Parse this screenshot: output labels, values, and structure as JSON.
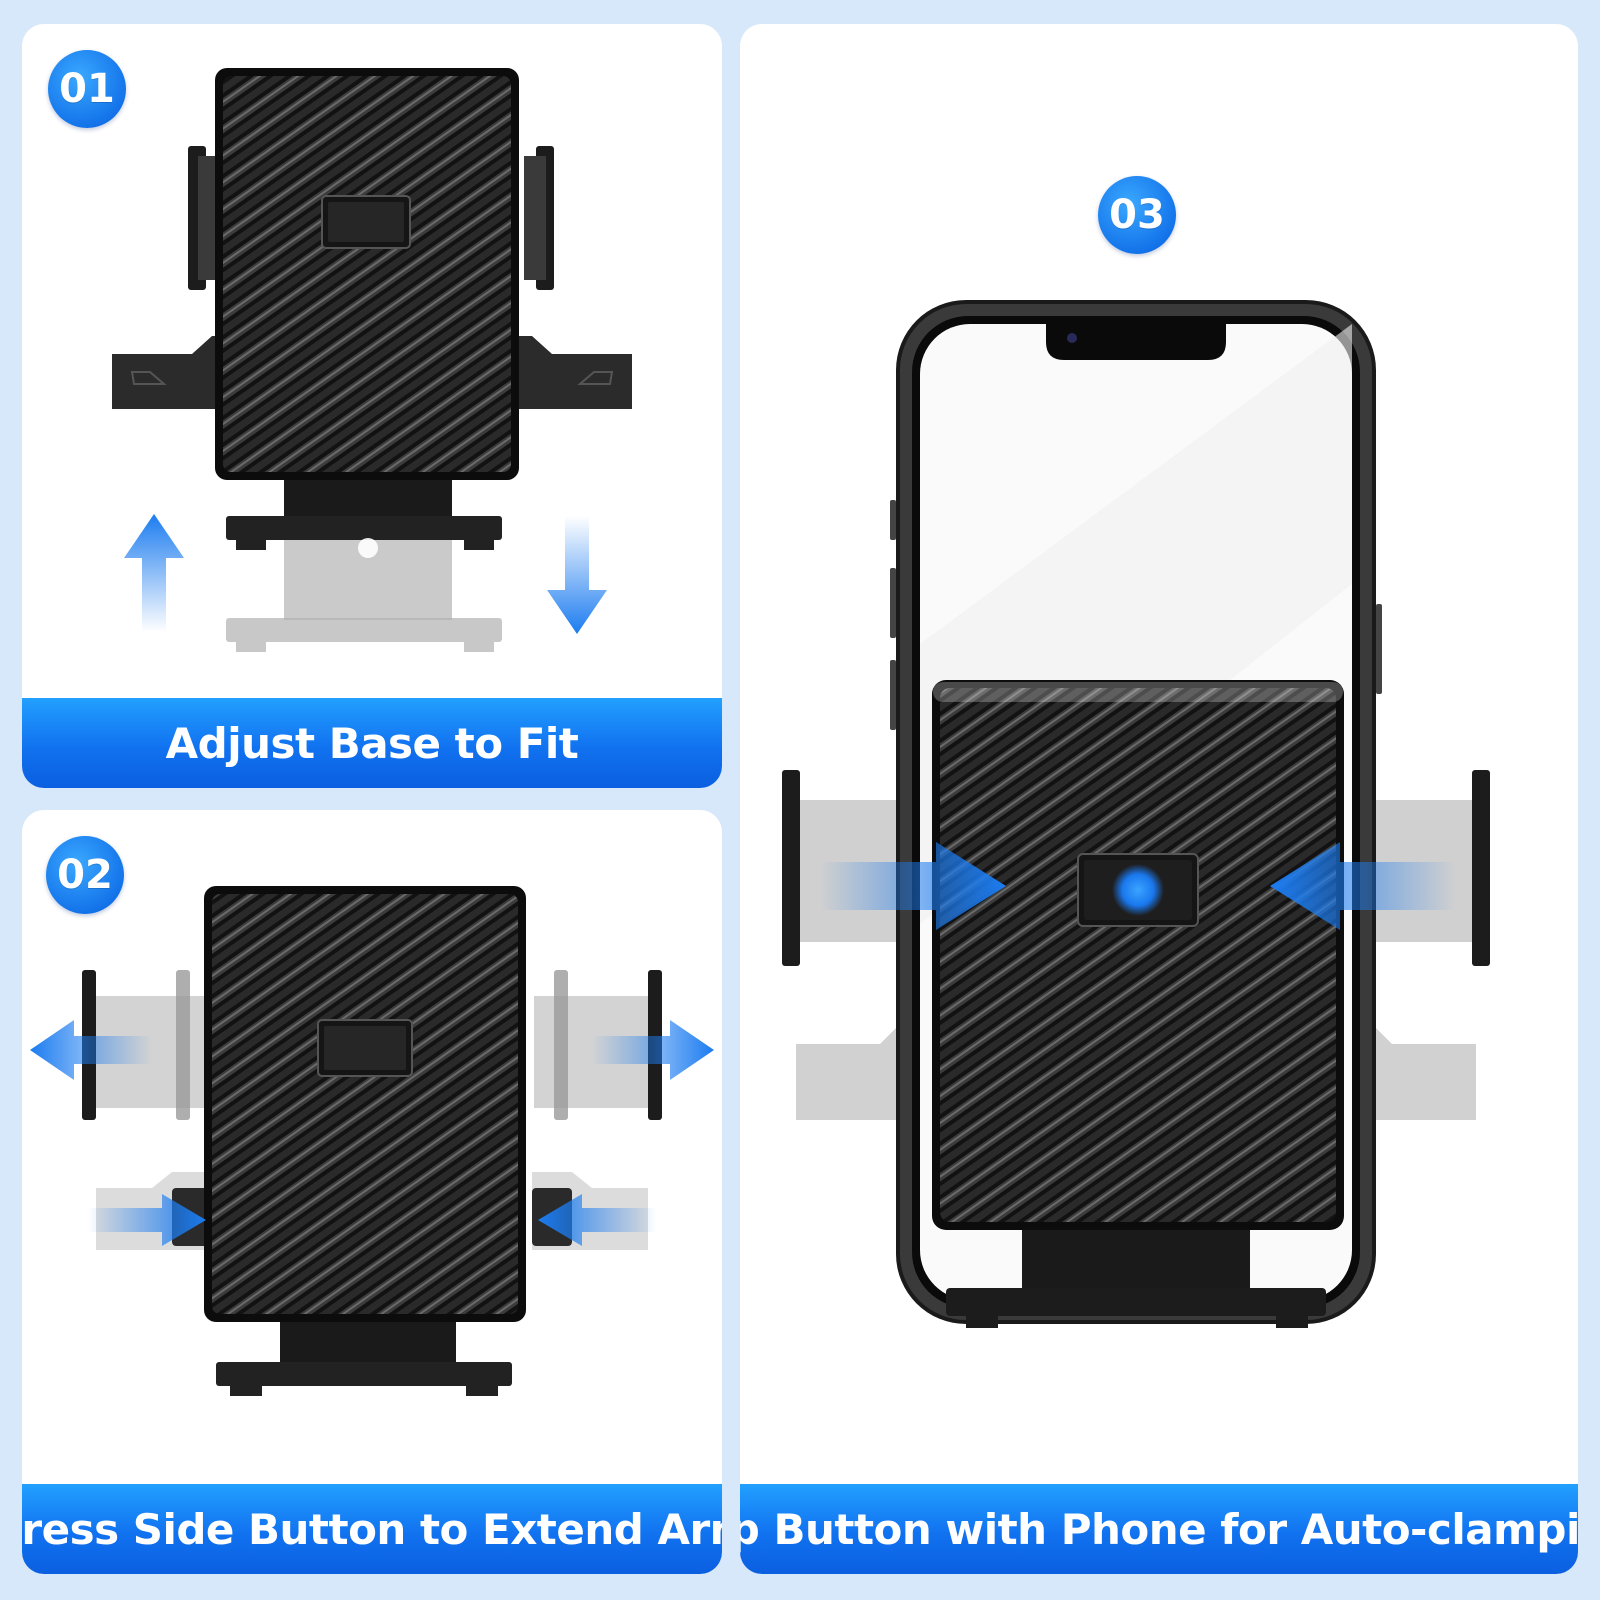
{
  "steps": [
    {
      "number": "01",
      "caption": "Adjust Base to Fit"
    },
    {
      "number": "02",
      "caption": "Press Side Button to Extend Arm"
    },
    {
      "number": "03",
      "caption": "Tap Button with Phone for Auto-clamping"
    }
  ],
  "colors": {
    "accent": "#1474ea",
    "banner_top": "#22a0ff",
    "banner_bottom": "#0a5fe0",
    "background": "#d7e8fb",
    "carbon": "#141414"
  },
  "icons": [
    "up-arrow-icon",
    "down-arrow-icon",
    "left-arrow-icon",
    "right-arrow-icon",
    "squeeze-arrow-icon"
  ]
}
